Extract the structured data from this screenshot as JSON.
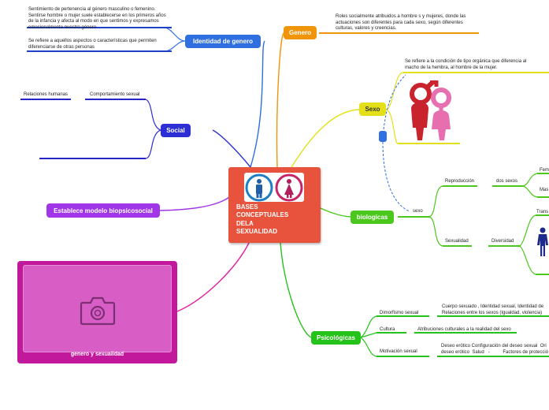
{
  "center": {
    "title": "BASES\nCONCEPTUALES\nDELA\nSEXUALIDAD"
  },
  "nodes": {
    "identidad": "Identidad de genero",
    "social": "Social",
    "modelo": "Establece modelo biopsicosocial",
    "genero": "Genero",
    "sexo": "Sexo",
    "biologicas": "biologicas",
    "psicologicas": "Psicológicas"
  },
  "image_card": {
    "label": "genero y sexualidad",
    "icon": "camera-icon"
  },
  "texts": {
    "identidad_1": "Sentimiento de pertenencia al género masculino o femenino. Sentirse hombre o mujer suele establecerse en los primeros años de la infancia y afecta al modo en que sentimos y expresamos emocionalmente nuestro género",
    "identidad_2": "Se refiere a aquellos aspectos o características que permiten diferenciarse de otras personas",
    "relaciones": "Relaciones humanas",
    "comportamiento": "Comportamiento sexual",
    "genero_def": "Roles socialmente atribuidos  a hombre s y mujeres, donde las actuaciones son diferentes para cada sexo, según diferentes culturas, valores y creencias.",
    "sexo_def": "Se refiere a la condición de tipo orgánica que diferencia al macho de la hembra, al hombre de la mujer.",
    "sexo_small": "sexo",
    "reproduccion": "Reproducción",
    "dos_sexos": "dos sexos",
    "fem": "Fem",
    "mas": "Mas",
    "sexualidad": "Sexualidad",
    "diversidad": "Diversidad",
    "trans": "Trans",
    "dimorfismo": "Dimorfismo sexual",
    "dimorfismo_txt": "Cuerpo sexuado , Identidad sexual, Identidad de\nRelaciones entre los sexos (Igualdad, violencia)",
    "cultura": "Cultura",
    "cultura_txt": "Atribuciones  culturales a la realidad del sexo",
    "motivacion": "Motivación sexual",
    "motivacion_txt": "Deseo erótico Configuración del deseo sexual  Ori\ndeseo erótico  Salud   -          Factores de protecció"
  },
  "colors": {
    "center": "#e8533d",
    "identidad": "#2f6fe0",
    "social": "#2d2fd4",
    "modelo": "#a135e8",
    "genero": "#f0950a",
    "sexo": "#e3e01a",
    "biologicas": "#4cc71e",
    "psicologicas": "#25c21b",
    "image_card": "#c2189c"
  }
}
